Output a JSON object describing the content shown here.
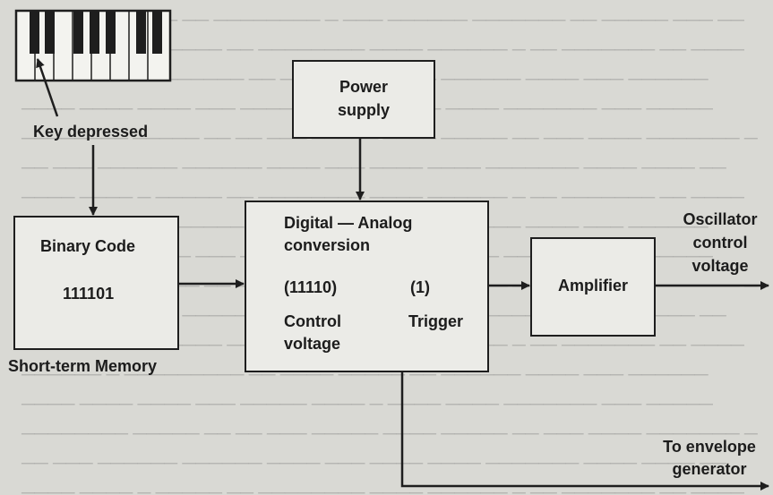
{
  "keyboard": {
    "pointer_label": "Key depressed"
  },
  "power_supply": {
    "line1": "Power",
    "line2": "supply"
  },
  "binary_code": {
    "title": "Binary Code",
    "value": "111101",
    "caption": "Short-term Memory"
  },
  "dac": {
    "line1": "Digital — Analog",
    "line2": "conversion",
    "control_bits": "(11110)",
    "trigger_bit": "(1)",
    "control_line1": "Control",
    "control_line2": "voltage",
    "trigger_label": "Trigger"
  },
  "amplifier": {
    "label": "Amplifier"
  },
  "oscillator_output": {
    "line1": "Oscillator",
    "line2": "control",
    "line3": "voltage"
  },
  "envelope_output": {
    "line1": "To envelope",
    "line2": "generator"
  },
  "colors": {
    "paper": "#d9d9d4",
    "ink": "#1e1e1e",
    "box_fill": "#ebebe7"
  }
}
